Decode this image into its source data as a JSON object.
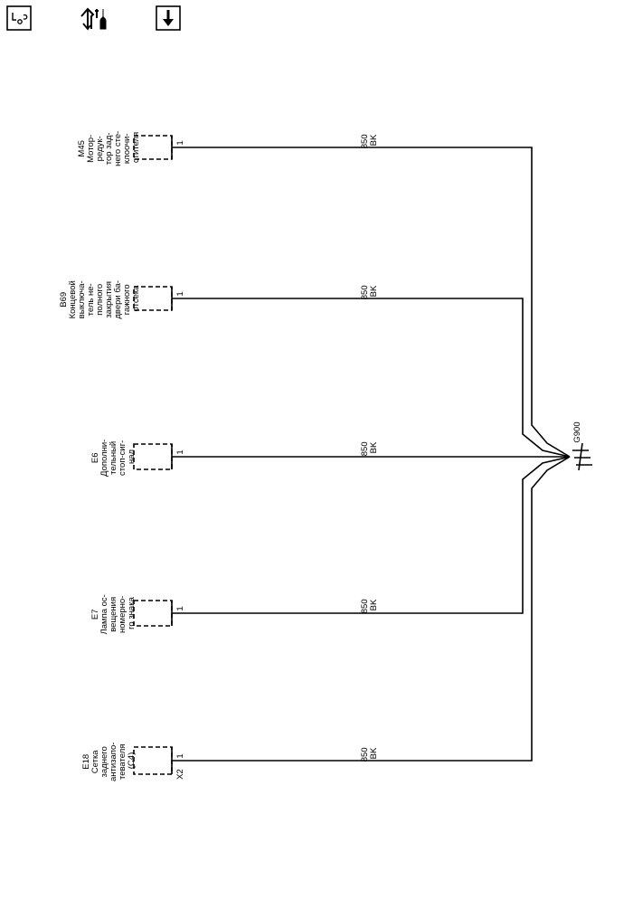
{
  "toolbar": {
    "items": [
      {
        "icon": "component-locator-icon"
      },
      {
        "icon": "diagnostic-tools-icon"
      },
      {
        "icon": "download-icon"
      }
    ]
  },
  "diagram": {
    "ground": {
      "label": "G900"
    },
    "branches": [
      {
        "component": [
          "M45",
          "Мотор-",
          "редук-",
          "тор зад-",
          "него сте-",
          "клоочи-",
          "стителя"
        ],
        "pin": "1",
        "connector": "",
        "wire_circuit": "850",
        "wire_color": "BK"
      },
      {
        "component": [
          "B69",
          "Концевой",
          "выключа-",
          "тель не-",
          "полного",
          "закрытия",
          "двери ба-",
          "гажного",
          "отсека"
        ],
        "pin": "1",
        "connector": "",
        "wire_circuit": "850",
        "wire_color": "BK"
      },
      {
        "component": [
          "E6",
          "Дополни-",
          "тельный",
          "стоп-сиг-",
          "нал"
        ],
        "pin": "1",
        "connector": "",
        "wire_circuit": "850",
        "wire_color": "BK"
      },
      {
        "component": [
          "E7",
          "Лампа ос-",
          "вещения",
          "номерно-",
          "го знака"
        ],
        "pin": "1",
        "connector": "",
        "wire_circuit": "850",
        "wire_color": "BK"
      },
      {
        "component": [
          "E18",
          "Сетка",
          "заднего",
          "антизапо-",
          "тевателя",
          "(C4)"
        ],
        "pin": "1",
        "connector": "X2",
        "wire_circuit": "850",
        "wire_color": "BK"
      }
    ]
  }
}
